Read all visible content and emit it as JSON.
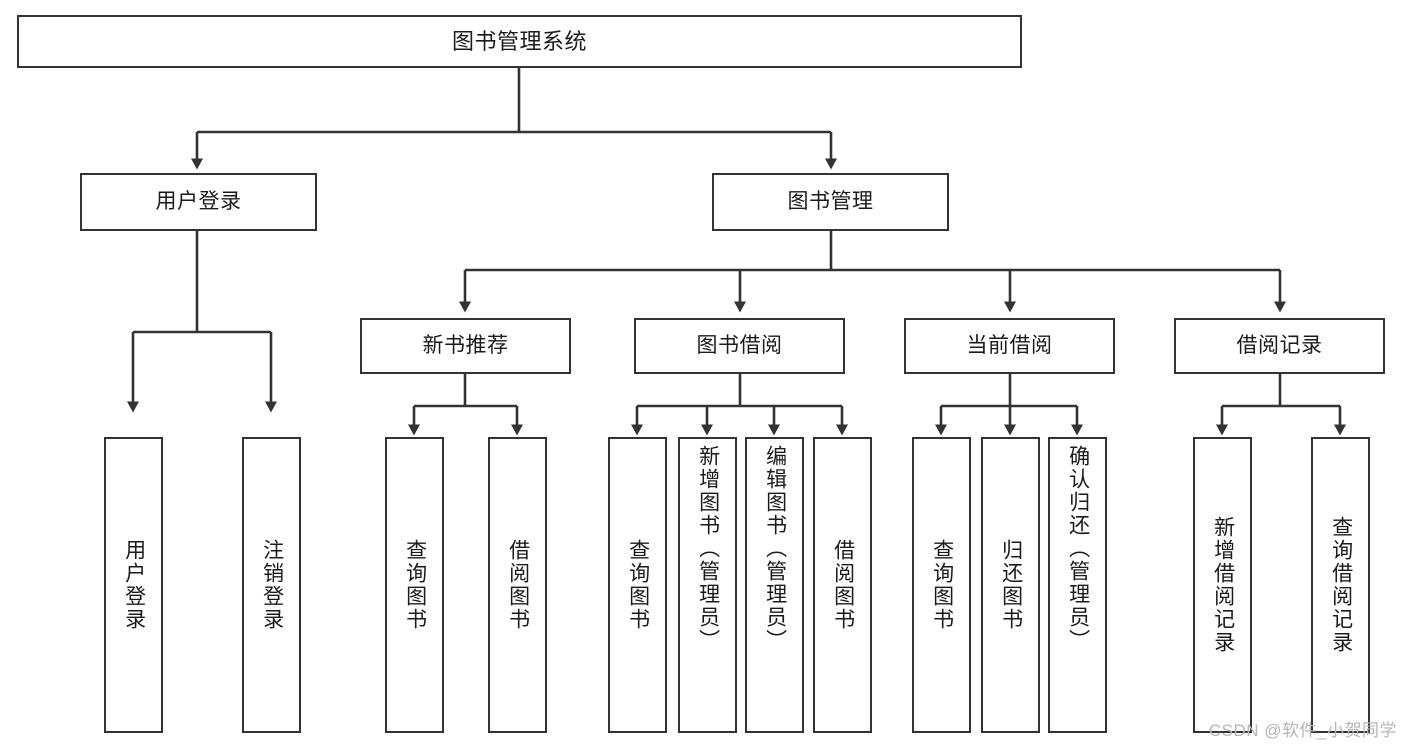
{
  "diagram": {
    "type": "tree-hierarchy-flowchart",
    "title": "图书管理系统",
    "levels": {
      "root": {
        "id": "root",
        "label": "图书管理系统"
      },
      "level2": [
        {
          "id": "user-login",
          "label": "用户登录"
        },
        {
          "id": "book-manage",
          "label": "图书管理"
        }
      ],
      "level3": [
        {
          "id": "new-book-recommend",
          "label": "新书推荐",
          "parent": "book-manage"
        },
        {
          "id": "book-borrow",
          "label": "图书借阅",
          "parent": "book-manage"
        },
        {
          "id": "current-borrow",
          "label": "当前借阅",
          "parent": "book-manage"
        },
        {
          "id": "borrow-record",
          "label": "借阅记录",
          "parent": "book-manage"
        }
      ],
      "leaves": [
        {
          "id": "leaf-user-login",
          "label": "用户登录",
          "parent": "user-login"
        },
        {
          "id": "leaf-logout",
          "label": "注销登录",
          "parent": "user-login"
        },
        {
          "id": "leaf-query-book-1",
          "label": "查询图书",
          "parent": "new-book-recommend"
        },
        {
          "id": "leaf-borrow-book-1",
          "label": "借阅图书",
          "parent": "new-book-recommend"
        },
        {
          "id": "leaf-query-book-2",
          "label": "查询图书",
          "parent": "book-borrow"
        },
        {
          "id": "leaf-add-book",
          "label": "新增图书（管理员）",
          "parent": "book-borrow"
        },
        {
          "id": "leaf-edit-book",
          "label": "编辑图书（管理员）",
          "parent": "book-borrow"
        },
        {
          "id": "leaf-borrow-book-2",
          "label": "借阅图书",
          "parent": "book-borrow"
        },
        {
          "id": "leaf-query-book-3",
          "label": "查询图书",
          "parent": "current-borrow"
        },
        {
          "id": "leaf-return-book",
          "label": "归还图书",
          "parent": "current-borrow"
        },
        {
          "id": "leaf-confirm-return",
          "label": "确认归还（管理员）",
          "parent": "current-borrow"
        },
        {
          "id": "leaf-add-record",
          "label": "新增借阅记录",
          "parent": "borrow-record"
        },
        {
          "id": "leaf-query-record",
          "label": "查询借阅记录",
          "parent": "borrow-record"
        }
      ]
    },
    "colors": {
      "stroke": "#333333",
      "fill": "#ffffff",
      "text": "#1b1b1b",
      "watermark": "#b6b6b6"
    }
  },
  "watermark": {
    "text": "CSDN @软件_小贺同学"
  }
}
